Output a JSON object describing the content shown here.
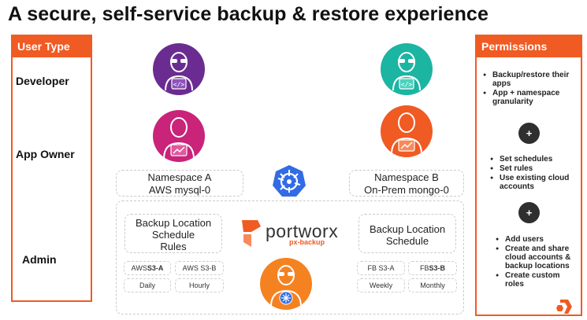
{
  "title": "A secure, self-service backup & restore experience",
  "user_type": {
    "header": "User Type",
    "roles": [
      "Developer",
      "App Owner",
      "Admin"
    ]
  },
  "permissions": {
    "header": "Permissions",
    "group1": [
      "Backup/restore their apps",
      "App + namespace granularity"
    ],
    "group2": [
      "Set schedules",
      "Set rules",
      "Use existing cloud accounts"
    ],
    "group3": [
      "Add users",
      "Create and share cloud accounts & backup locations",
      "Create custom roles"
    ],
    "plus": "+"
  },
  "namespace_a": {
    "line1": "Namespace A",
    "line2": "AWS  mysql-0"
  },
  "namespace_b": {
    "line1": "Namespace B",
    "line2": "On-Prem mongo-0"
  },
  "left_config": {
    "line1": "Backup Location",
    "line2": "Schedule",
    "line3": "Rules"
  },
  "right_config": {
    "line1": "Backup Location",
    "line2": "Schedule"
  },
  "left_chips": [
    {
      "prefix": "AWS ",
      "strong": "S3-A"
    },
    {
      "prefix": "AWS S3-B",
      "strong": ""
    },
    {
      "prefix": "Daily",
      "strong": ""
    },
    {
      "prefix": "Hourly",
      "strong": ""
    }
  ],
  "right_chips": [
    {
      "prefix": "FB S3-A",
      "strong": ""
    },
    {
      "prefix": "FB ",
      "strong": "S3-B"
    },
    {
      "prefix": "Weekly",
      "strong": ""
    },
    {
      "prefix": "Monthly",
      "strong": ""
    }
  ],
  "logo": {
    "name": "portworx",
    "sub": "px-backup"
  },
  "colors": {
    "accent": "#f05a23",
    "developer_left": "#6a2c91",
    "developer_right": "#1bb5a2",
    "owner_left": "#c9237a",
    "owner_right": "#f05a23",
    "admin": "#f58220",
    "kubernetes": "#326ce5"
  }
}
